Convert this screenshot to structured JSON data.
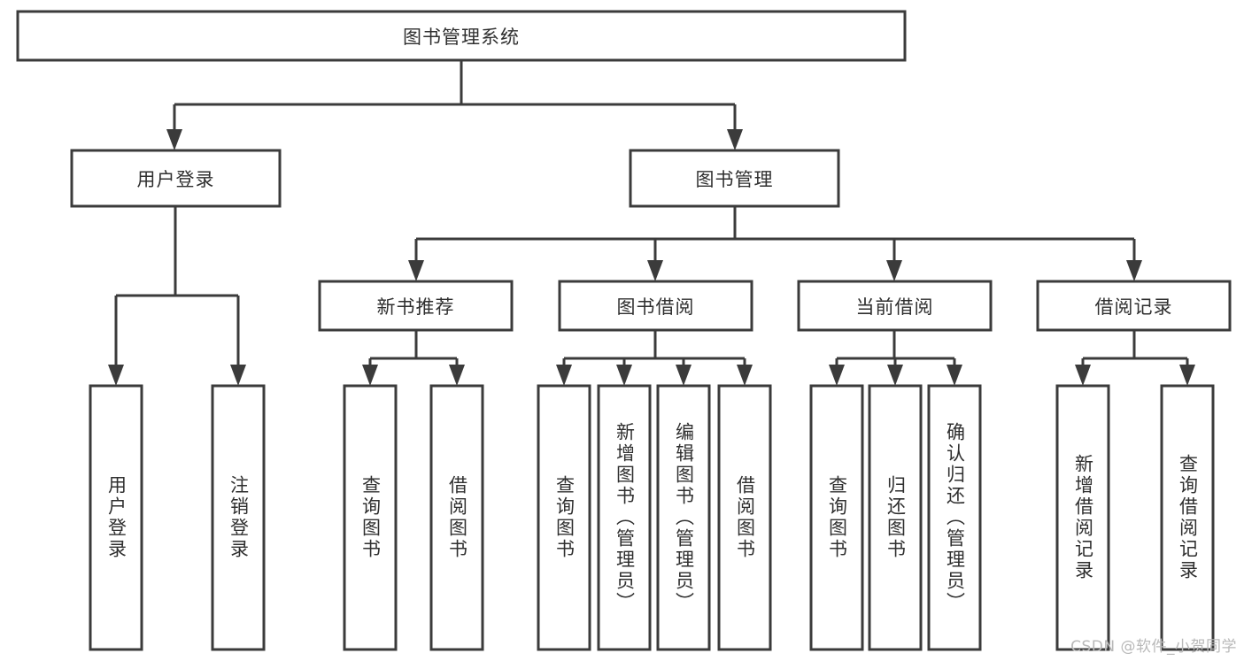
{
  "diagram": {
    "type": "tree",
    "title": "图书管理系统",
    "colors": {
      "stroke": "#3b3b3b",
      "fill": "#ffffff",
      "text": "#2f2f2f",
      "background": "#ffffff",
      "watermark": "#b9b9b9"
    },
    "root": {
      "label": "图书管理系统"
    },
    "level2": [
      {
        "label": "用户登录"
      },
      {
        "label": "图书管理"
      }
    ],
    "level3": [
      {
        "label": "新书推荐"
      },
      {
        "label": "图书借阅"
      },
      {
        "label": "当前借阅"
      },
      {
        "label": "借阅记录"
      }
    ],
    "leaves": {
      "user_login": [
        {
          "label": "用户登录"
        },
        {
          "label": "注销登录"
        }
      ],
      "new_book_recommend": [
        {
          "label": "查询图书"
        },
        {
          "label": "借阅图书"
        }
      ],
      "book_borrow": [
        {
          "label": "查询图书"
        },
        {
          "label": "新增图书（管理员）"
        },
        {
          "label": "编辑图书（管理员）"
        },
        {
          "label": "借阅图书"
        }
      ],
      "current_borrow": [
        {
          "label": "查询图书"
        },
        {
          "label": "归还图书"
        },
        {
          "label": "确认归还（管理员）"
        }
      ],
      "borrow_record": [
        {
          "label": "新增借阅记录"
        },
        {
          "label": "查询借阅记录"
        }
      ]
    }
  },
  "watermark": {
    "text": "CSDN @软件_小贺同学"
  }
}
